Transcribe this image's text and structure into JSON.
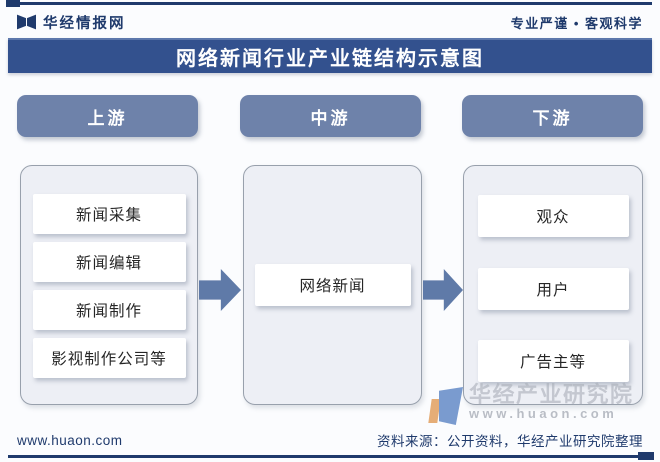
{
  "brand": {
    "name": "华经情报网",
    "tagline": "专业严谨 • 客观科学"
  },
  "title": "网络新闻行业产业链结构示意图",
  "chain": {
    "upstream": {
      "label": "上游",
      "items": [
        "新闻采集",
        "新闻编辑",
        "新闻制作",
        "影视制作公司等"
      ]
    },
    "midstream": {
      "label": "中游",
      "items": [
        "网络新闻"
      ]
    },
    "downstream": {
      "label": "下游",
      "items": [
        "观众",
        "用户",
        "广告主等"
      ]
    }
  },
  "watermark": {
    "brand": "华经产业研究院",
    "site": "www.huaon.com"
  },
  "footer": {
    "site": "www.huaon.com",
    "source": "资料来源：公开资料，华经产业研究院整理"
  },
  "colors": {
    "navy": "#1f3a6c",
    "band": "#33518e",
    "pill": "#6e82aa",
    "arrow": "#5f7aa8",
    "panel": "#edeff5",
    "panel-border": "#98a0ac",
    "box": "#ffffff",
    "ink": "#262626",
    "wm-text": "#a9aeb8",
    "wm-orange": "#e09a56",
    "wm-blue": "#5b84c4",
    "page-bg": "#fbfcfe"
  }
}
